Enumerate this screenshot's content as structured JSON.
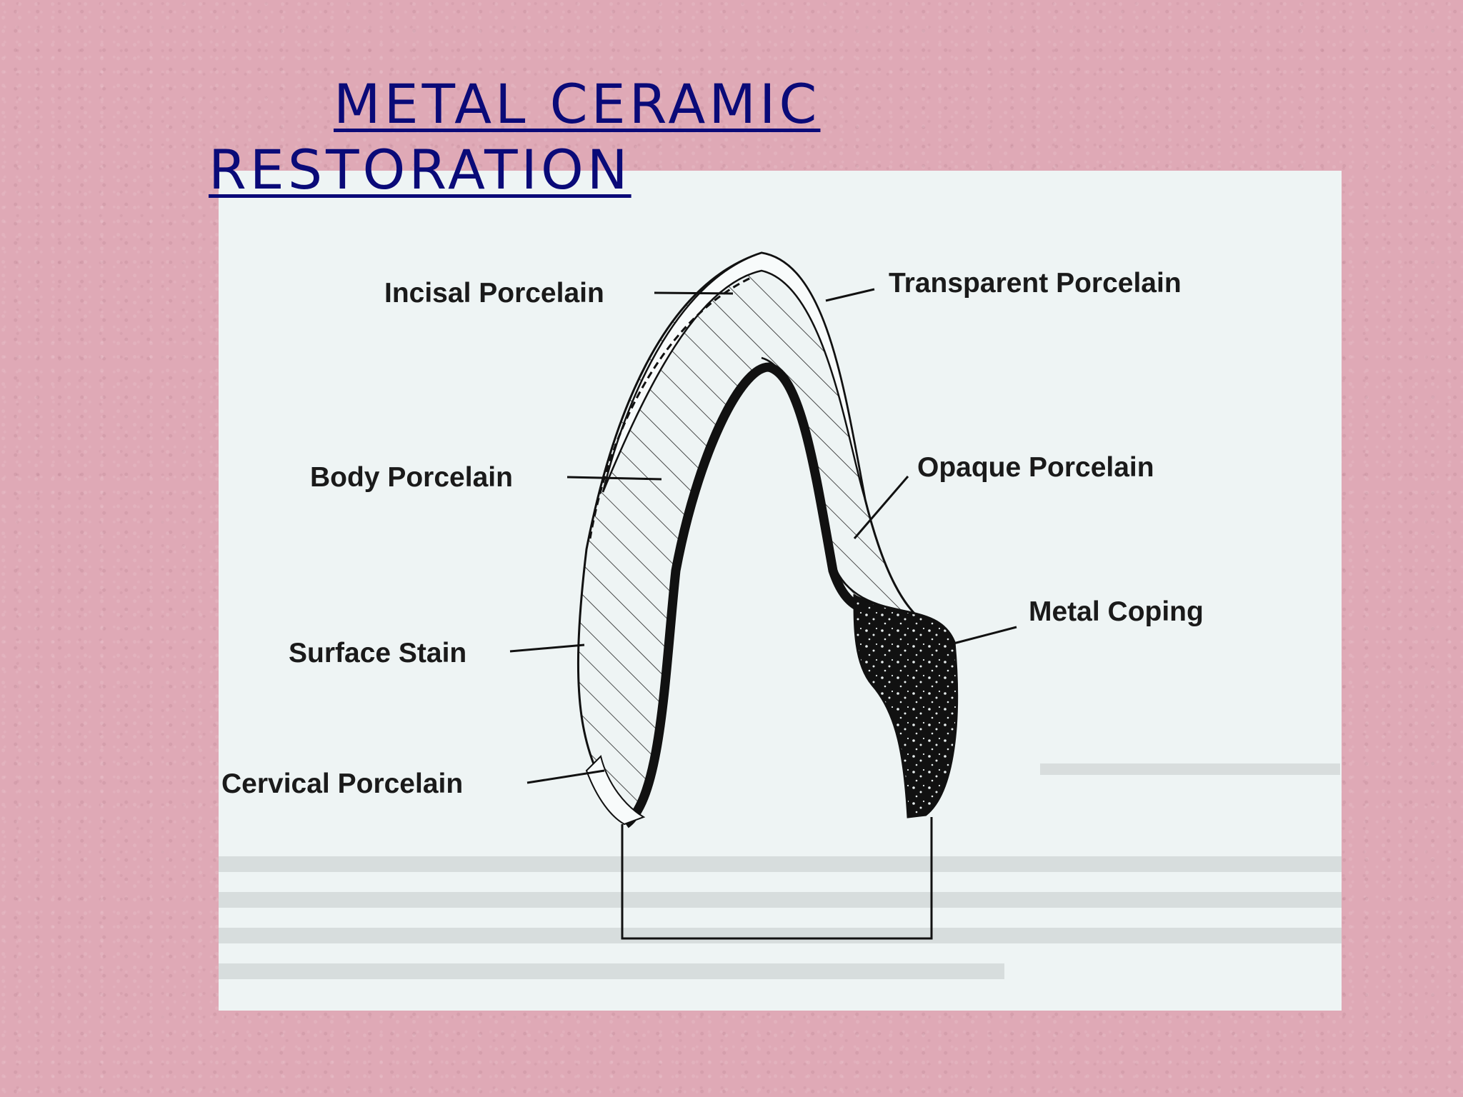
{
  "title": {
    "line1": "METAL CERAMIC",
    "line2": "RESTORATION"
  },
  "diagram": {
    "labels": {
      "incisal_porcelain": "Incisal Porcelain",
      "transparent_porcelain": "Transparent Porcelain",
      "body_porcelain": "Body Porcelain",
      "opaque_porcelain": "Opaque Porcelain",
      "metal_coping": "Metal Coping",
      "surface_stain": "Surface Stain",
      "cervical_porcelain": "Cervical Porcelain"
    }
  },
  "colors": {
    "background": "#dfa9b6",
    "title": "#0a0a78",
    "figure_background": "#eef4f4",
    "ink": "#111111"
  }
}
